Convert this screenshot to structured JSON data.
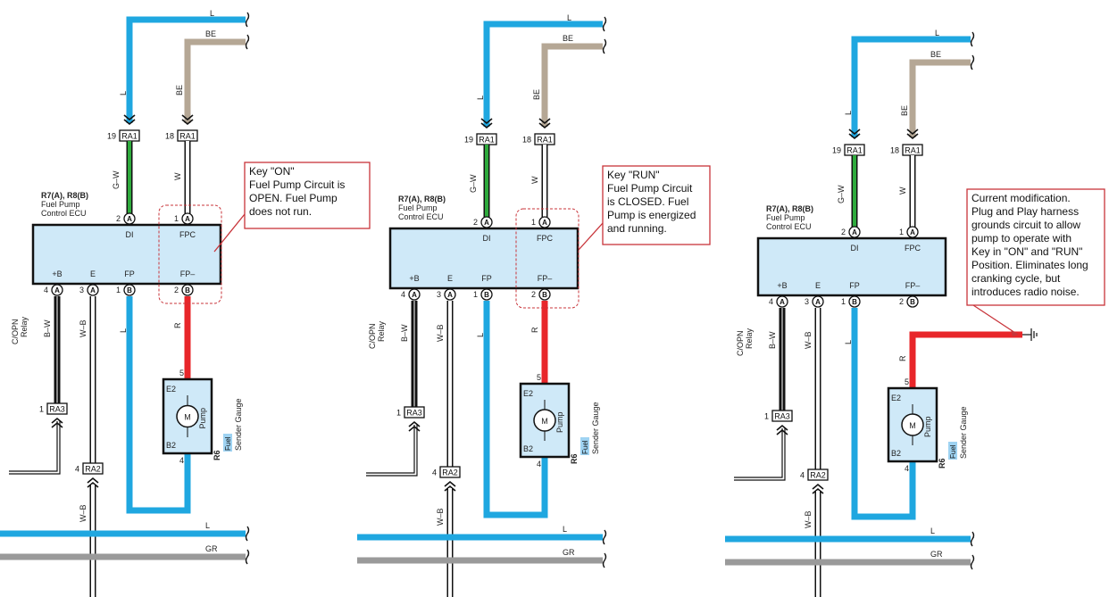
{
  "panels": [
    {
      "id": "panel-1",
      "ecu": {
        "name": "R7(A), R8(B)",
        "line1": "Fuel Pump",
        "line2": "Control ECU"
      },
      "ecu_pins_top": [
        {
          "num": "2",
          "letter": "A",
          "label": "DI"
        },
        {
          "num": "1",
          "letter": "A",
          "label": "FPC"
        }
      ],
      "ecu_pins_bottom": [
        {
          "num": "4",
          "letter": "A",
          "label": "+B"
        },
        {
          "num": "3",
          "letter": "A",
          "label": "E"
        },
        {
          "num": "1",
          "letter": "B",
          "label": "FP"
        },
        {
          "num": "2",
          "letter": "B",
          "label": "FP–"
        }
      ],
      "connectors": [
        {
          "num": "19",
          "id": "RA1"
        },
        {
          "num": "18",
          "id": "RA1"
        },
        {
          "num": "1",
          "id": "RA3"
        },
        {
          "num": "4",
          "id": "RA2"
        }
      ],
      "wires": {
        "top_l": "L",
        "top_be": "BE",
        "l_vert": "L",
        "be_vert": "BE",
        "gw": "G–W",
        "w": "W",
        "bw": "B–W",
        "wb": "W–B",
        "l_bottom": "L",
        "r": "R",
        "wb2": "W–B",
        "bus_l": "L",
        "bus_gr": "GR"
      },
      "relay": {
        "l1": "C/OPN",
        "l2": "Relay"
      },
      "pump": {
        "e2": "E2",
        "b2": "B2",
        "m": "M",
        "pump": "Pump",
        "pin_top": "5",
        "pin_bottom": "4",
        "code": "R6",
        "tag": "Fuel",
        "sender": "Sender Gauge"
      },
      "note": [
        "Key \"ON\"",
        "Fuel Pump Circuit is",
        "OPEN. Fuel Pump",
        "does not run."
      ]
    },
    {
      "id": "panel-2",
      "ecu": {
        "name": "R7(A), R8(B)",
        "line1": "Fuel Pump",
        "line2": "Control ECU"
      },
      "ecu_pins_top": [
        {
          "num": "2",
          "letter": "A",
          "label": "DI"
        },
        {
          "num": "1",
          "letter": "A",
          "label": "FPC"
        }
      ],
      "ecu_pins_bottom": [
        {
          "num": "4",
          "letter": "A",
          "label": "+B"
        },
        {
          "num": "3",
          "letter": "A",
          "label": "E"
        },
        {
          "num": "1",
          "letter": "B",
          "label": "FP"
        },
        {
          "num": "2",
          "letter": "B",
          "label": "FP–"
        }
      ],
      "connectors": [
        {
          "num": "19",
          "id": "RA1"
        },
        {
          "num": "18",
          "id": "RA1"
        },
        {
          "num": "1",
          "id": "RA3"
        },
        {
          "num": "4",
          "id": "RA2"
        }
      ],
      "wires": {
        "top_l": "L",
        "top_be": "BE",
        "l_vert": "L",
        "be_vert": "BE",
        "gw": "G–W",
        "w": "W",
        "bw": "B–W",
        "wb": "W–B",
        "l_bottom": "L",
        "r": "R",
        "wb2": "W–B",
        "bus_l": "L",
        "bus_gr": "GR"
      },
      "relay": {
        "l1": "C/OPN",
        "l2": "Relay"
      },
      "pump": {
        "e2": "E2",
        "b2": "B2",
        "m": "M",
        "pump": "Pump",
        "pin_top": "5",
        "pin_bottom": "4",
        "code": "R6",
        "tag": "Fuel",
        "sender": "Sender Gauge"
      },
      "note": [
        "Key \"RUN\"",
        "Fuel Pump Circuit",
        "is CLOSED. Fuel",
        "Pump is energized",
        "and running."
      ]
    },
    {
      "id": "panel-3",
      "ecu": {
        "name": "R7(A), R8(B)",
        "line1": "Fuel Pump",
        "line2": "Control ECU"
      },
      "ecu_pins_top": [
        {
          "num": "2",
          "letter": "A",
          "label": "DI"
        },
        {
          "num": "1",
          "letter": "A",
          "label": "FPC"
        }
      ],
      "ecu_pins_bottom": [
        {
          "num": "4",
          "letter": "A",
          "label": "+B"
        },
        {
          "num": "3",
          "letter": "A",
          "label": "E"
        },
        {
          "num": "1",
          "letter": "B",
          "label": "FP"
        },
        {
          "num": "2",
          "letter": "B",
          "label": "FP–"
        }
      ],
      "connectors": [
        {
          "num": "19",
          "id": "RA1"
        },
        {
          "num": "18",
          "id": "RA1"
        },
        {
          "num": "1",
          "id": "RA3"
        },
        {
          "num": "4",
          "id": "RA2"
        }
      ],
      "wires": {
        "top_l": "L",
        "top_be": "BE",
        "l_vert": "L",
        "be_vert": "BE",
        "gw": "G–W",
        "w": "W",
        "bw": "B–W",
        "wb": "W–B",
        "l_bottom": "L",
        "r": "R",
        "wb2": "W–B",
        "bus_l": "L",
        "bus_gr": "GR"
      },
      "relay": {
        "l1": "C/OPN",
        "l2": "Relay"
      },
      "pump": {
        "e2": "E2",
        "b2": "B2",
        "m": "M",
        "pump": "Pump",
        "pin_top": "5",
        "pin_bottom": "4",
        "code": "R6",
        "tag": "Fuel",
        "sender": "Sender Gauge"
      },
      "note": [
        "Current modification.",
        "Plug and Play harness",
        "grounds circuit to allow",
        "pump to operate with",
        "Key in \"ON\" and \"RUN\"",
        "Position. Eliminates long",
        "cranking cycle, but",
        "introduces radio noise."
      ]
    }
  ],
  "colors": {
    "wire_l": "#1fa7e0",
    "wire_be": "#b5a795",
    "wire_gw": "#2eaa3c",
    "wire_r": "#e8262a",
    "wire_gr": "#9a9a9a",
    "ecu_fill": "#cfe9f8",
    "note_border": "#c8343a"
  }
}
